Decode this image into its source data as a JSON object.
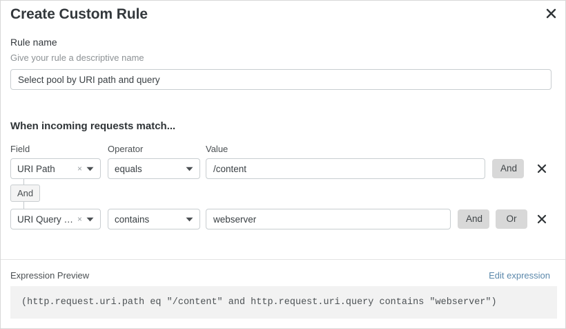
{
  "dialog": {
    "title": "Create Custom Rule",
    "close_icon": "close-icon"
  },
  "rule_name": {
    "label": "Rule name",
    "help": "Give your rule a descriptive name",
    "value": "Select pool by URI path and query",
    "placeholder": "Select pool by URI path and query"
  },
  "conditions": {
    "heading": "When incoming requests match...",
    "columns": {
      "field": "Field",
      "operator": "Operator",
      "value": "Value"
    },
    "connector": {
      "label": "And"
    },
    "rows": [
      {
        "field": "URI Path",
        "clear_icon": "×",
        "operator": "equals",
        "value": "/content",
        "buttons": [
          "And"
        ],
        "delete_icon": "close-icon"
      },
      {
        "field": "URI Query St…",
        "clear_icon": "×",
        "operator": "contains",
        "value": "webserver",
        "buttons": [
          "And",
          "Or"
        ],
        "delete_icon": "close-icon"
      }
    ]
  },
  "expression": {
    "label": "Expression Preview",
    "edit_link": "Edit expression",
    "code": "(http.request.uri.path eq \"/content\" and http.request.uri.query contains \"webserver\")"
  },
  "colors": {
    "link": "#5b88ab",
    "pill_bg": "#d8d8d8",
    "code_bg": "#f2f2f2",
    "border": "#c8cdd0"
  }
}
